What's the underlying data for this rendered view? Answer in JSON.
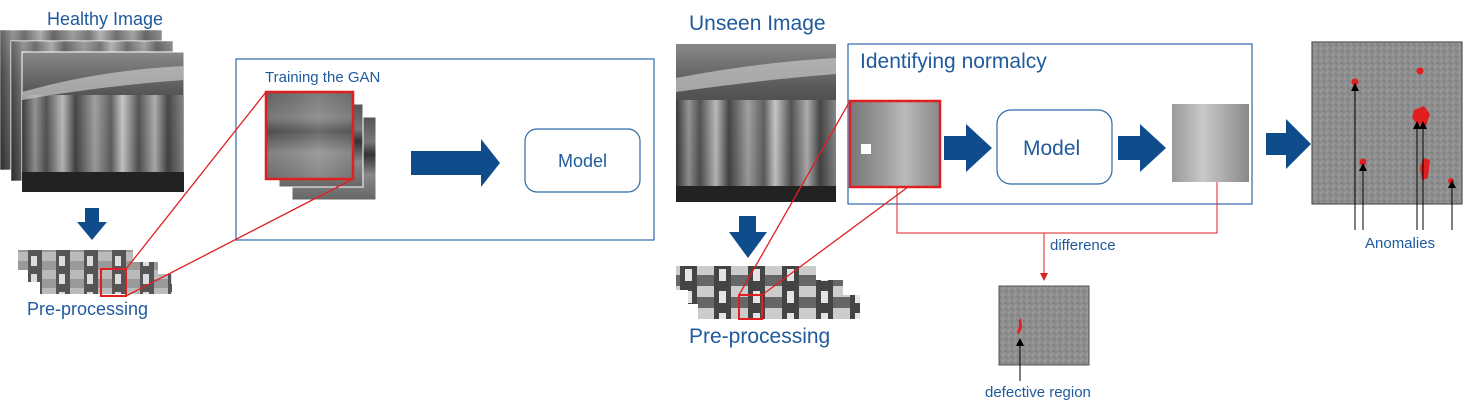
{
  "left": {
    "healthy_image_label": "Healthy Image",
    "training_label": "Training the GAN",
    "model_label": "Model",
    "preprocessing_label": "Pre-processing"
  },
  "right": {
    "unseen_image_label": "Unseen Image",
    "identifying_label": "Identifying normalcy",
    "model_label": "Model",
    "preprocessing_label": "Pre-processing",
    "difference_label": "difference",
    "defective_region_label": "defective region",
    "anomalies_label": "Anomalies"
  },
  "colors": {
    "accent_blue": "#1f5a9c",
    "arrow_blue": "#0f4c8c",
    "highlight_red": "#e02020"
  }
}
